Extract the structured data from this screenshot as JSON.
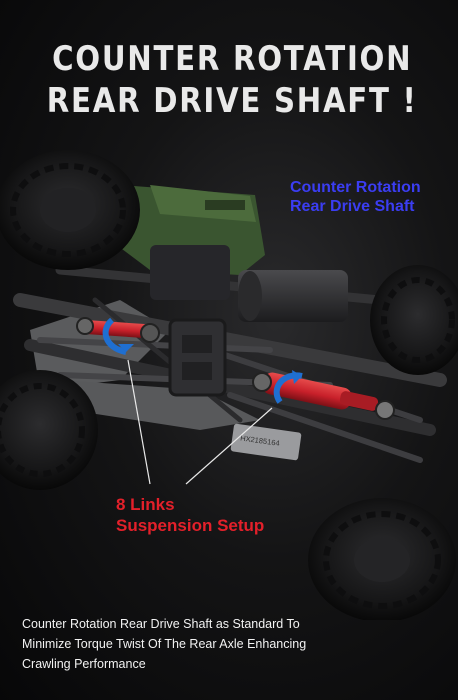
{
  "headline": {
    "line1": "COUNTER ROTATION",
    "line2": "REAR DRIVE SHAFT !"
  },
  "callouts": {
    "shaft_line1": "Counter Rotation",
    "shaft_line2": "Rear Drive Shaft",
    "links_line1": "8 Links",
    "links_line2": "Suspension Setup"
  },
  "caption": {
    "line1": "Counter Rotation Rear Drive Shaft as Standard To",
    "line2": "Minimize Torque Twist Of The Rear Axle Enhancing",
    "line3": "Crawling Performance"
  },
  "plate_text": "HX2185164",
  "colors": {
    "background": "#0b0b0c",
    "callout_blue": "#3b3df2",
    "callout_red": "#e3202a",
    "shaft_red": "#c8202a",
    "arrow_blue": "#1f6fd1",
    "body_green": "#3f5a33"
  },
  "icons": [
    "rotation-arrow-icon",
    "rotation-arrow-icon"
  ]
}
